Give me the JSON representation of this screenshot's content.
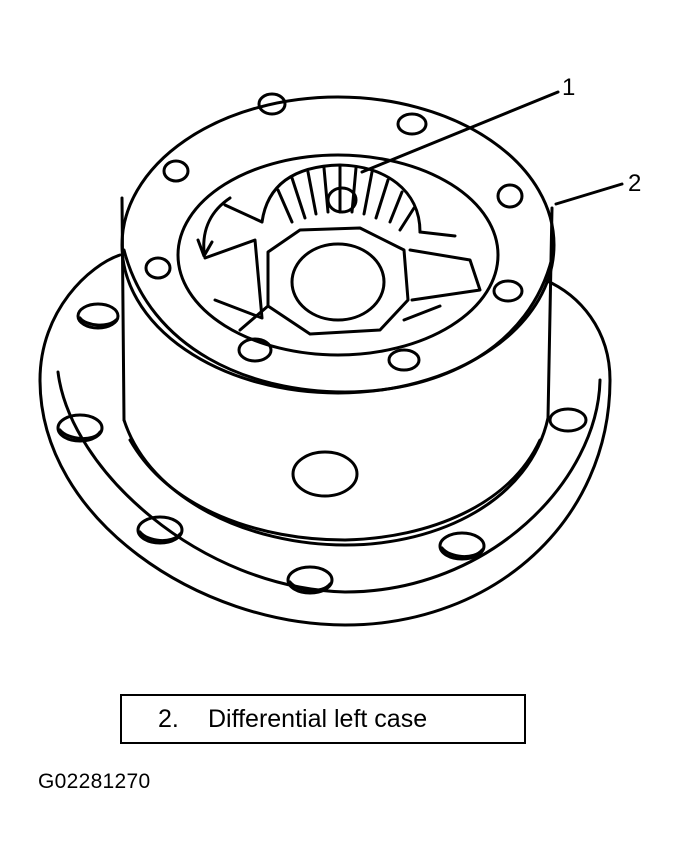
{
  "callouts": [
    {
      "number": "1"
    },
    {
      "number": "2"
    }
  ],
  "legend": {
    "number": "2.",
    "text": "Differential left case"
  },
  "figure_id": "G02281270",
  "colors": {
    "line": "#000000",
    "background": "#ffffff"
  }
}
